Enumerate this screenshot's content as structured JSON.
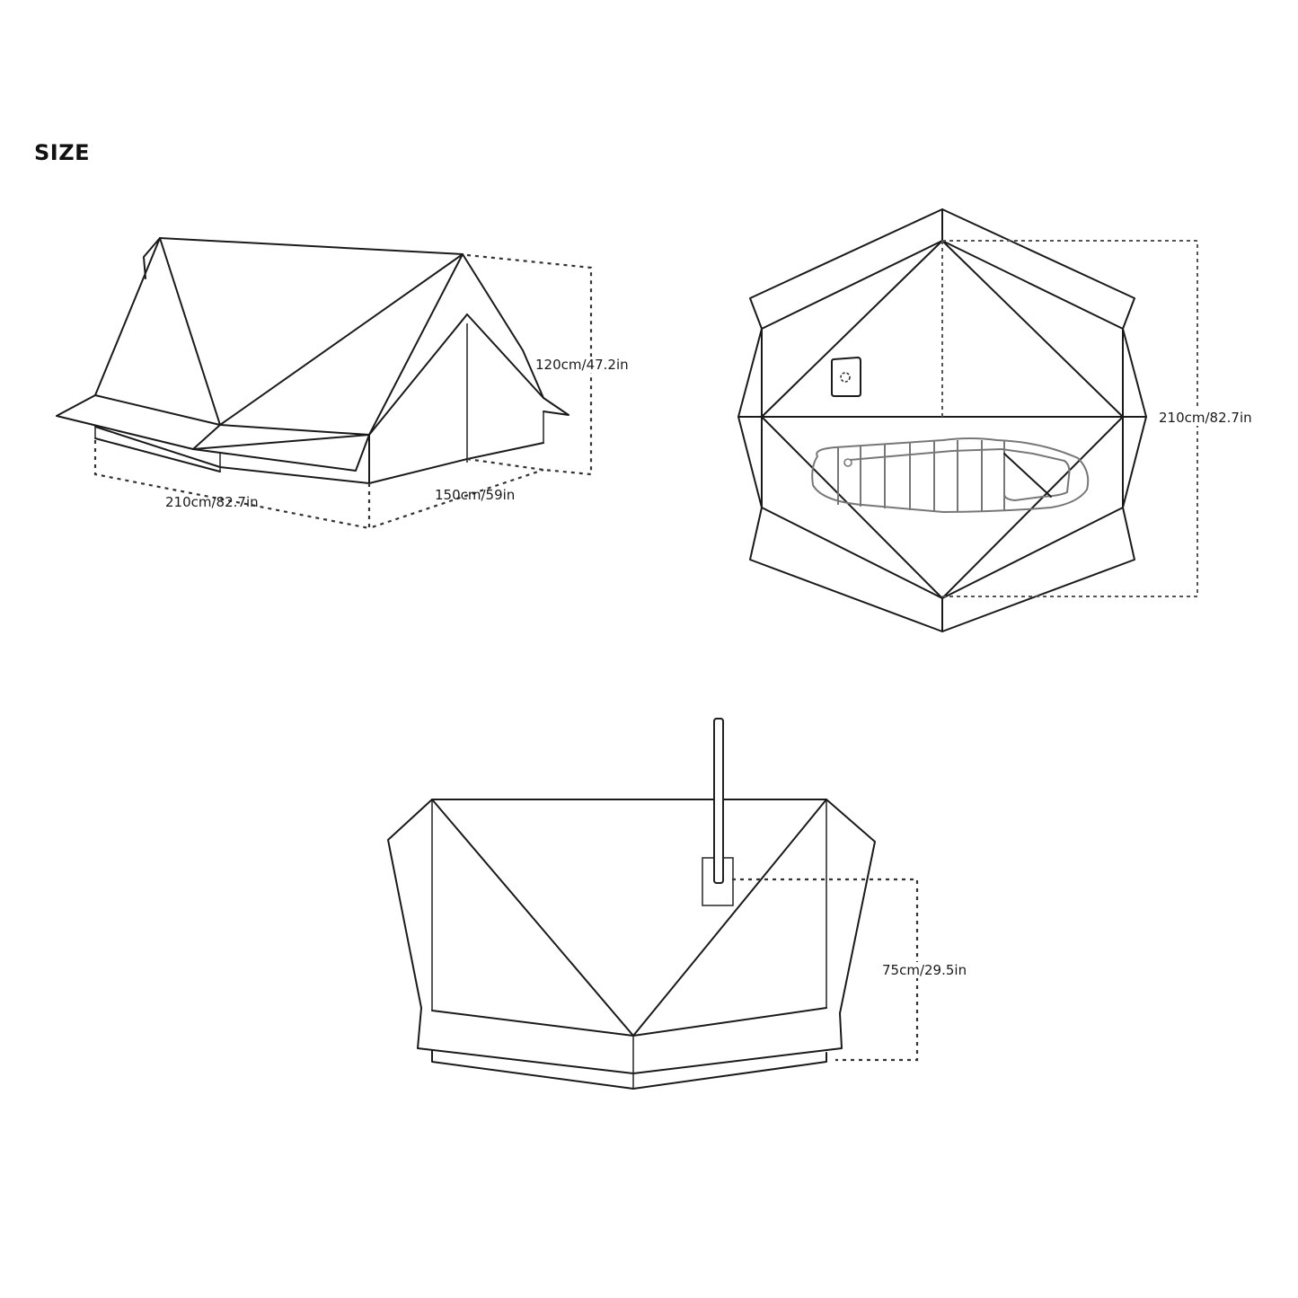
{
  "heading": "SIZE",
  "views": {
    "perspective": {
      "name": "Perspective view",
      "length_label": "210cm/82.7in",
      "width_label": "150cm/59in",
      "height_label": "120cm/47.2in"
    },
    "top": {
      "name": "Top view with sleeping bag and stove",
      "length_label": "210cm/82.7in"
    },
    "front": {
      "name": "Front view with stove pipe",
      "stove_height_label": "75cm/29.5in"
    }
  },
  "colors": {
    "line": "#1a1a1a",
    "background": "#ffffff"
  }
}
